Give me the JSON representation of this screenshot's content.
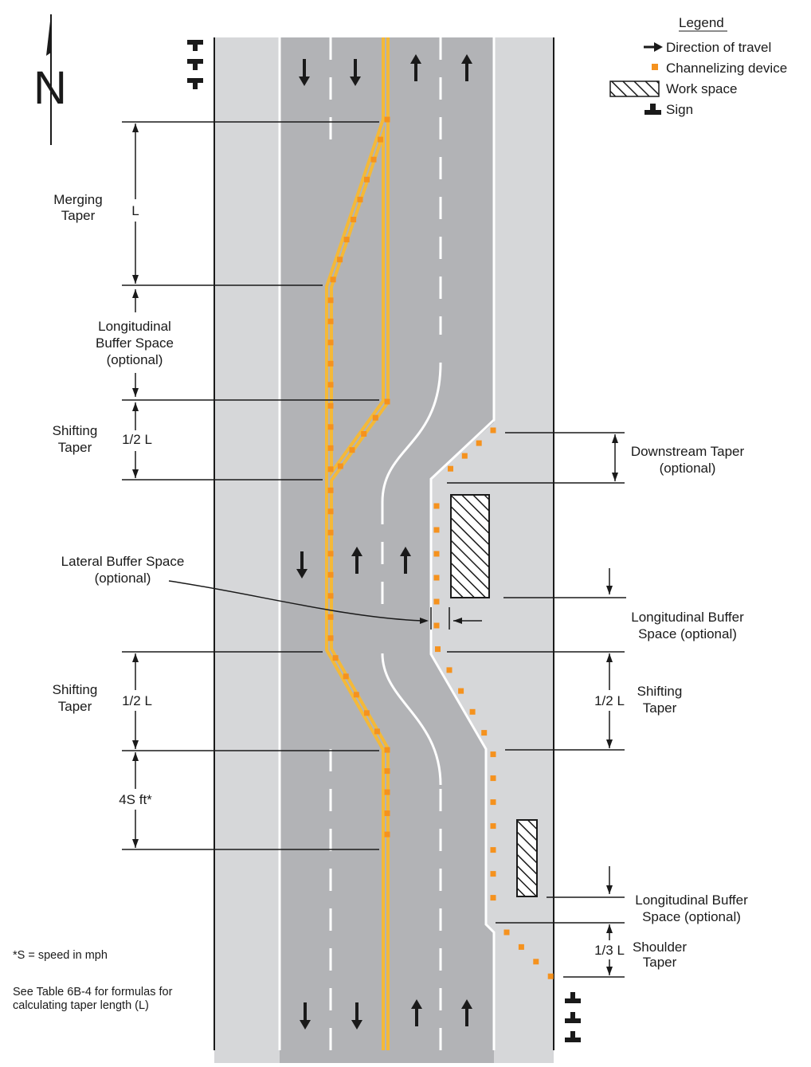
{
  "north_symbol": "N",
  "legend": {
    "title": "Legend",
    "items": [
      {
        "icon": "arrow-right-icon",
        "label": "Direction of travel"
      },
      {
        "icon": "orange-square-icon",
        "label": "Channelizing device"
      },
      {
        "icon": "hatched-box-icon",
        "label": "Work space"
      },
      {
        "icon": "sign-icon",
        "label": "Sign"
      }
    ]
  },
  "labels": {
    "merging_taper": [
      "Merging",
      "Taper"
    ],
    "L": "L",
    "long_buffer_left": [
      "Longitudinal",
      "Buffer Space",
      "(optional)"
    ],
    "shifting_taper_1": [
      "Shifting",
      "Taper"
    ],
    "half_L_1": "1/2 L",
    "lateral_buffer": [
      "Lateral Buffer Space",
      "(optional)"
    ],
    "shifting_taper_2": [
      "Shifting",
      "Taper"
    ],
    "half_L_2": "1/2 L",
    "four_s": "4S ft*",
    "downstream_taper": [
      "Downstream Taper",
      "(optional)"
    ],
    "long_buffer_right_1": [
      "Longitudinal Buffer",
      "Space (optional)"
    ],
    "half_L_3": "1/2 L",
    "shifting_taper_3": [
      "Shifting",
      "Taper"
    ],
    "long_buffer_right_2": [
      "Longitudinal Buffer",
      "Space (optional)"
    ],
    "third_L": "1/3 L",
    "shoulder_taper": [
      "Shoulder",
      "Taper"
    ],
    "footnote": "*S = speed in mph",
    "see_table": [
      "See Table 6B-4 for formulas for",
      "calculating taper length (L)"
    ]
  },
  "colors": {
    "road": "#b2b3b6",
    "shoulder": "#d6d7d9",
    "yellow": "#f4b938",
    "device": "#f5921e",
    "ink": "#1a1a1a"
  }
}
